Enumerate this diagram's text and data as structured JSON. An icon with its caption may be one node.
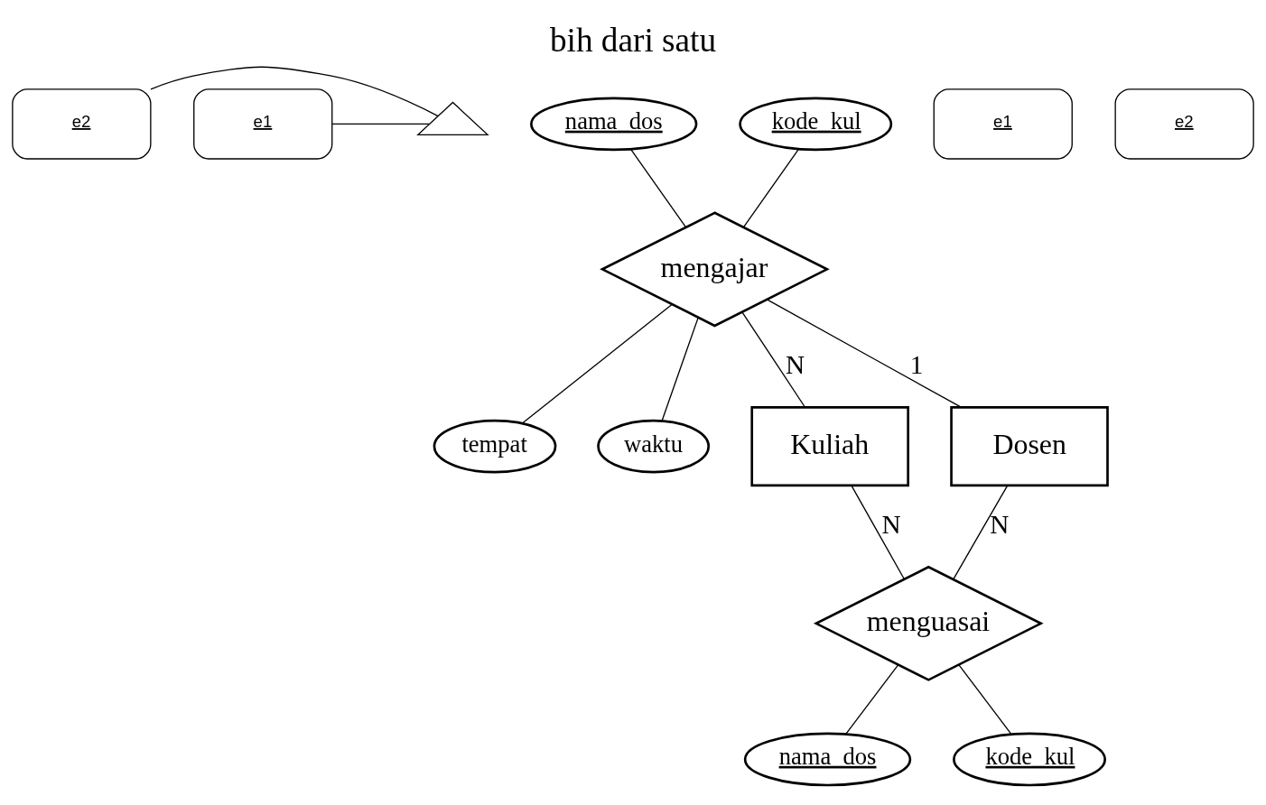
{
  "diagram": {
    "title": "bih dari satu",
    "nodes": [
      {
        "text": [
          "e2"
        ]
      },
      {
        "text": [
          "e1"
        ]
      },
      {
        "text": [],
        "shape": "triangle"
      },
      {
        "text": [
          "nama_dos"
        ]
      },
      {
        "text": [
          "kode_kul"
        ]
      },
      {
        "text": [
          "mengajar"
        ]
      },
      {
        "text": [
          "Dosen"
        ]
      },
      {
        "text": [
          "tempat"
        ]
      },
      {
        "text": [
          "waktu"
        ]
      },
      {
        "text": [
          "Kuliah"
        ]
      },
      {
        "text": [
          "menguasai"
        ]
      },
      {
        "text": [
          "nama_dos"
        ]
      },
      {
        "text": [
          "kode_kul"
        ]
      },
      {
        "text": [
          "e1"
        ]
      },
      {
        "text": [
          "e2"
        ]
      }
    ],
    "edges": [
      {
        "from": 0,
        "to": 2,
        "arrow": "none"
      },
      {
        "from": 1,
        "to": 2,
        "arrow": "none"
      },
      {
        "from": 3,
        "to": 5,
        "arrow": "none"
      },
      {
        "from": 4,
        "to": 5,
        "arrow": "none"
      },
      {
        "from": 6,
        "to": 5,
        "label": "1",
        "arrow": "none"
      },
      {
        "from": 5,
        "to": 9,
        "label": "N",
        "arrow": "none"
      },
      {
        "from": 5,
        "to": 7,
        "arrow": "none"
      },
      {
        "from": 5,
        "to": 8,
        "arrow": "none"
      },
      {
        "from": 6,
        "to": 10,
        "label": "N",
        "arrow": "none"
      },
      {
        "from": 10,
        "to": 9,
        "label": "N",
        "arrow": "none"
      },
      {
        "from": 10,
        "to": 11,
        "arrow": "none"
      },
      {
        "from": 10,
        "to": 12,
        "arrow": "none"
      }
    ]
  }
}
